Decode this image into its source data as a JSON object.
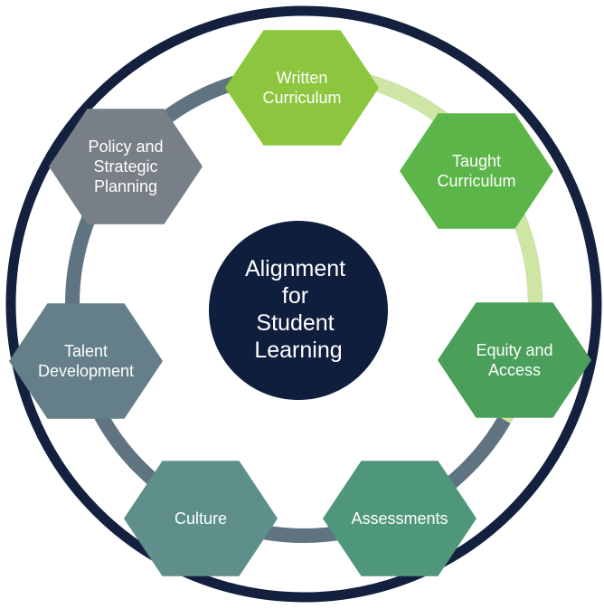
{
  "colors": {
    "outer_ring": "#13213f",
    "center_circle": "#0f1e3d",
    "connector_light": "#cfe5a4",
    "connector_dark": "#5f7380"
  },
  "center": {
    "lines": [
      "Alignment",
      "for",
      "Student",
      "Learning"
    ]
  },
  "nodes": [
    {
      "id": "written-curriculum",
      "lines": [
        "Written",
        "Curriculum"
      ],
      "color": "#8cc63f"
    },
    {
      "id": "taught-curriculum",
      "lines": [
        "Taught",
        "Curriculum"
      ],
      "color": "#5cb548"
    },
    {
      "id": "equity-and-access",
      "lines": [
        "Equity and",
        "Access"
      ],
      "color": "#4a9f5a"
    },
    {
      "id": "assessments",
      "lines": [
        "Assessments"
      ],
      "color": "#4f977b"
    },
    {
      "id": "culture",
      "lines": [
        "Culture"
      ],
      "color": "#5e8f8a"
    },
    {
      "id": "talent-development",
      "lines": [
        "Talent",
        "Development"
      ],
      "color": "#647f89"
    },
    {
      "id": "policy-and-strategic-planning",
      "lines": [
        "Policy and",
        "Strategic",
        "Planning"
      ],
      "color": "#787f86"
    }
  ]
}
